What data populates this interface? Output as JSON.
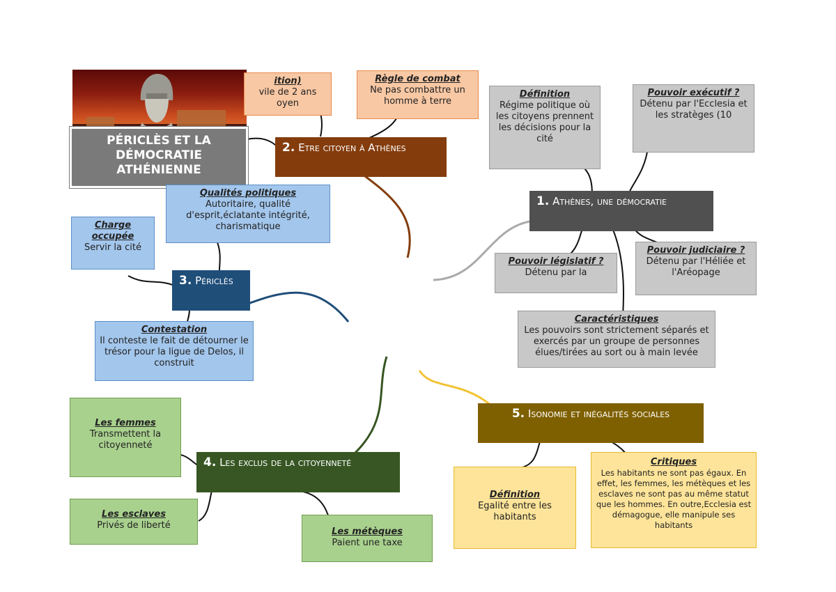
{
  "main_title": "PÉRICLÈS ET LA DÉMOCRATIE ATHÉNIENNE",
  "branches": {
    "b1": {
      "num": "1.",
      "title": "Athènes, une démocratie",
      "color": "#505050"
    },
    "b2": {
      "num": "2.",
      "title": "Etre citoyen à Athènes",
      "color": "#843c0c"
    },
    "b3": {
      "num": "3.",
      "title": "Périclès",
      "color": "#1f4e79"
    },
    "b4": {
      "num": "4.",
      "title": "Les exclus de la citoyenneté",
      "color": "#375623"
    },
    "b5": {
      "num": "5.",
      "title": "Isonomie et inégalités sociales",
      "color": "#7f6000"
    }
  },
  "nodes": {
    "condition": {
      "title": "ition)",
      "body": "vile de 2 ans oyen"
    },
    "regle": {
      "title": "Règle de combat",
      "body": "Ne pas combattre un homme à terre"
    },
    "definition1": {
      "title": "Définition",
      "body": "Régime politique où les citoyens prennent les décisions pour la cité"
    },
    "executif": {
      "title": "Pouvoir exécutif ?",
      "body": "Détenu par l'Ecclesia et les stratèges (10"
    },
    "legislatif": {
      "title": "Pouvoir législatif ?",
      "body": "Détenu par la"
    },
    "judiciaire": {
      "title": "Pouvoir judiciaire ?",
      "body": "Détenu par l'Héliée et l'Aréopage"
    },
    "caracteristiques": {
      "title": "Caractéristiques",
      "body": "Les pouvoirs sont strictement séparés et exercés par un groupe de personnes élues/tirées au sort ou à main levée"
    },
    "qualites": {
      "title": "Qualités politiques",
      "body": "Autoritaire, qualité d'esprit,éclatante intégrité, charismatique"
    },
    "charge": {
      "title": "Charge occupée",
      "body": "Servir la cité"
    },
    "contestation": {
      "title": "Contestation",
      "body": "Il conteste le fait de détourner le trésor pour la ligue de Delos, il construit"
    },
    "femmes": {
      "title": "Les femmes",
      "body": "Transmettent la citoyenneté"
    },
    "esclaves": {
      "title": "Les esclaves",
      "body": "Privés de liberté"
    },
    "meteques": {
      "title": "Les métèques",
      "body": "Paient une taxe"
    },
    "definition5": {
      "title": "Définition",
      "body": "Egalité entre les habitants"
    },
    "critiques": {
      "title": "Critiques",
      "body": "Les habitants ne sont pas égaux. En effet, les femmes, les métèques et les esclaves ne sont pas au même statut que les hommes. En outre,Ecclesia est démagogue, elle manipule ses habitants"
    }
  },
  "colors": {
    "orange_fill": "#f8c8a4",
    "grey_fill": "#c8c8c8",
    "blue_fill": "#a3c6ec",
    "green_fill": "#a9d18e",
    "yellow_fill": "#fde49a",
    "title_fill": "#7a7a7a",
    "line_grey": "#aaaaaa",
    "line_yellow": "#f2c230"
  }
}
